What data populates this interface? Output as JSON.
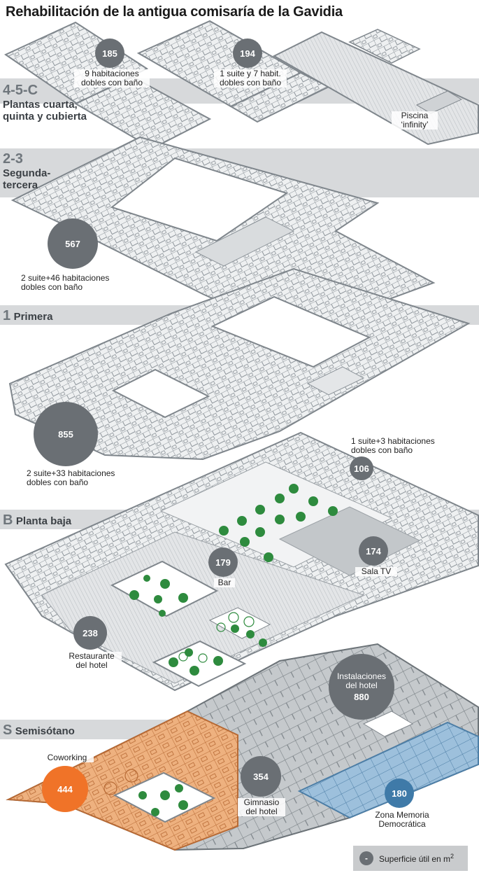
{
  "title": "Rehabilitación de la antigua comisaría de la Gavidia",
  "floors": {
    "top": {
      "code": "4-5-C",
      "desc": [
        "Plantas cuarta,",
        "quinta y cubierta"
      ]
    },
    "second_third": {
      "code": "2-3",
      "desc": [
        "Segunda-",
        "tercera"
      ]
    },
    "first": {
      "code": "1",
      "name": "Primera"
    },
    "ground": {
      "code": "B",
      "name": "Planta baja"
    },
    "basement": {
      "code": "S",
      "name": "Semisótano"
    }
  },
  "areas": {
    "a185": {
      "value": "185",
      "label": [
        "9 habitaciones",
        "dobles con baño"
      ]
    },
    "a194": {
      "value": "194",
      "label": [
        "1 suite y 7 habit.",
        "dobles con baño"
      ]
    },
    "pool": {
      "label": [
        "Piscina",
        "‘infinity’"
      ]
    },
    "a567": {
      "value": "567",
      "label": [
        "2 suite+46 habitaciones",
        "dobles con baño"
      ]
    },
    "a855": {
      "value": "855",
      "label": [
        "2 suite+33 habitaciones",
        "dobles con baño"
      ]
    },
    "a106": {
      "value": "106",
      "label": [
        "1 suite+3 habitaciones",
        "dobles con baño"
      ]
    },
    "a179": {
      "value": "179",
      "label": [
        "Bar"
      ]
    },
    "a174": {
      "value": "174",
      "label": [
        "Sala TV"
      ]
    },
    "a238": {
      "value": "238",
      "label": [
        "Restaurante",
        "del hotel"
      ]
    },
    "a880": {
      "value": "880",
      "label": [
        "Instalaciones",
        "del hotel"
      ]
    },
    "a444": {
      "value": "444",
      "label": [
        "Coworking"
      ]
    },
    "a354": {
      "value": "354",
      "label": [
        "Gimnasio",
        "del hotel"
      ]
    },
    "a180": {
      "value": "180",
      "label": [
        "Zona Memoria",
        "Democrática"
      ]
    }
  },
  "legend": {
    "symbol": "-",
    "text": "Superficie útil en m",
    "sup": "2"
  },
  "colors": {
    "band": "#d7d9db",
    "floor_fill": "#eef0f1",
    "floor_edge": "#9aa0a5",
    "bubble": "#6a6f74",
    "coworking": "#f07328",
    "coworking_zone": "#eeb17f",
    "memoria": "#3f7aa8",
    "memoria_zone": "#8fb6d6",
    "tree": "#2e8b3e"
  }
}
